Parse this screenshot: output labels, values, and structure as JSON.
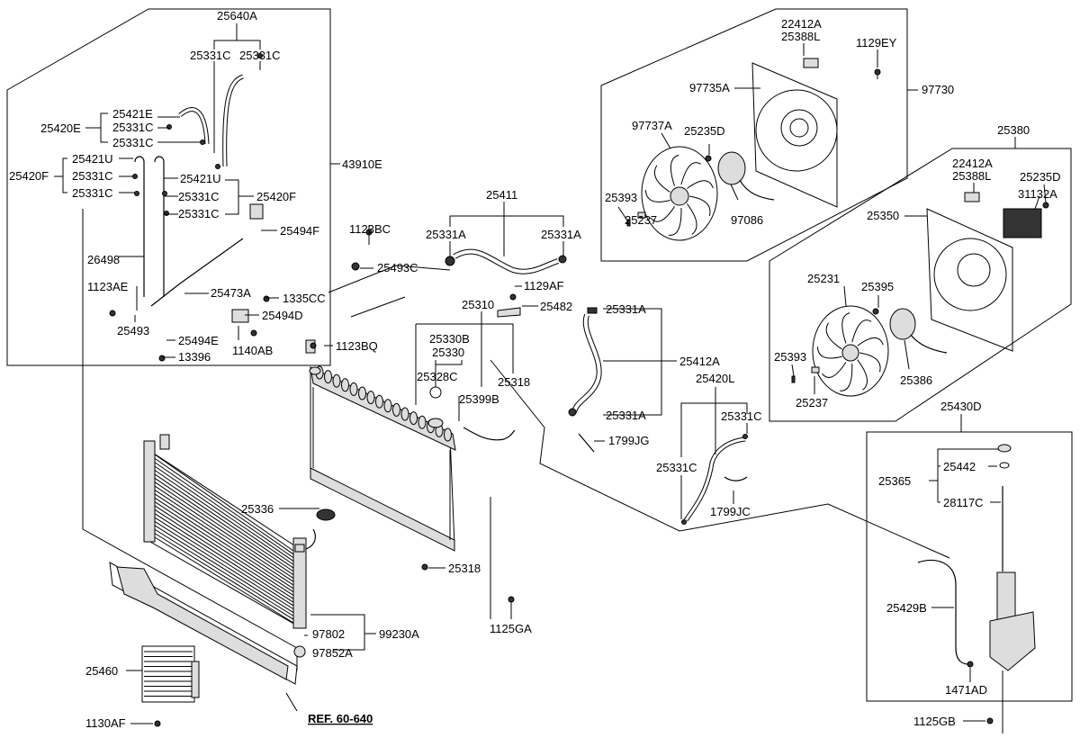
{
  "diagram": {
    "ref_label": "REF. 60-640",
    "labels": {
      "p25640A": "25640A",
      "p25331C_a": "25331C",
      "p25331C_b": "25331C",
      "p25421E": "25421E",
      "p25420E": "25420E",
      "p25331C_c": "25331C",
      "p25331C_d": "25331C",
      "p25421U_a": "25421U",
      "p25420F_a": "25420F",
      "p25331C_e": "25331C",
      "p25331C_f": "25331C",
      "p25421U_b": "25421U",
      "p25331C_g": "25331C",
      "p25420F_b": "25420F",
      "p25331C_h": "25331C",
      "p43910E": "43910E",
      "p25494F": "25494F",
      "p26498": "26498",
      "p1123AE": "1123AE",
      "p25473A": "25473A",
      "p1335CC": "1335CC",
      "p25494D": "25494D",
      "p25493": "25493",
      "p25494E": "25494E",
      "p1140AB": "1140AB",
      "p13396": "13396",
      "p1123BC": "1123BC",
      "p25493C": "25493C",
      "p25411": "25411",
      "p25331A_a": "25331A",
      "p25331A_b": "25331A",
      "p1129AF": "1129AF",
      "p25482": "25482",
      "p25310": "25310",
      "p25330B": "25330B",
      "p25330": "25330",
      "p25328C": "25328C",
      "p25318_a": "25318",
      "p25399B": "25399B",
      "p1123BQ": "1123BQ",
      "p25331A_c": "25331A",
      "p25412A": "25412A",
      "p25331A_d": "25331A",
      "p1799JG": "1799JG",
      "p25420L": "25420L",
      "p25331C_i": "25331C",
      "p25331C_j": "25331C",
      "p1799JC": "1799JC",
      "p25336": "25336",
      "p25318_b": "25318",
      "p1125GA": "1125GA",
      "p97802": "97802",
      "p99230A": "99230A",
      "p97852A": "97852A",
      "p25460": "25460",
      "p1130AF": "1130AF",
      "p22412A_a": "22412A",
      "p25388L_a": "25388L",
      "p1129EY": "1129EY",
      "p97735A": "97735A",
      "p97730": "97730",
      "p97737A": "97737A",
      "p25235D_a": "25235D",
      "p25393_a": "25393",
      "p25237_a": "25237",
      "p97086": "97086",
      "p25380": "25380",
      "p22412A_b": "22412A",
      "p25388L_b": "25388L",
      "p25235D_b": "25235D",
      "p31132A": "31132A",
      "p25350": "25350",
      "p25231": "25231",
      "p25395": "25395",
      "p25393_b": "25393",
      "p25237_b": "25237",
      "p25386": "25386",
      "p25430D": "25430D",
      "p25442": "25442",
      "p25365": "25365",
      "p28117C": "28117C",
      "p25429B": "25429B",
      "p1471AD": "1471AD",
      "p1125GB": "1125GB"
    }
  }
}
